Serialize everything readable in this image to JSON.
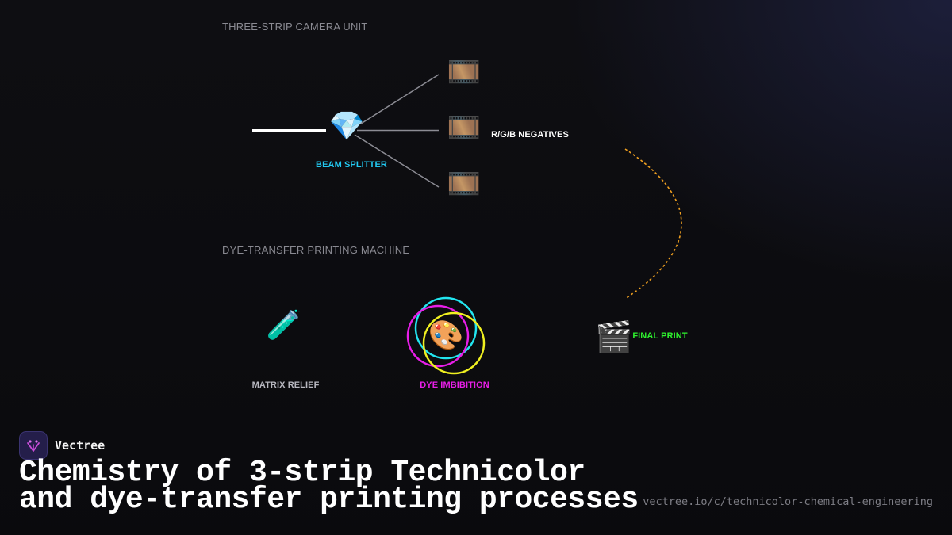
{
  "sections": {
    "camera": "THREE-STRIP CAMERA UNIT",
    "printing": "DYE-TRANSFER PRINTING MACHINE"
  },
  "nodes": {
    "beam_splitter": {
      "label": "BEAM SPLITTER",
      "icon": "gem-icon",
      "glyph": "💎",
      "color": "#22c8f0"
    },
    "negatives": {
      "label": "R/G/B NEGATIVES",
      "icon": "film-frames-icon",
      "glyph": "🎞️",
      "color": "#ffffff"
    },
    "matrix_relief": {
      "label": "MATRIX RELIEF",
      "icon": "test-tube-icon",
      "glyph": "🧪",
      "color": "#b8b8c0"
    },
    "dye_imbibition": {
      "label": "DYE IMBIBITION",
      "icon": "palette-icon",
      "glyph": "🎨",
      "color": "#e81ee8"
    },
    "final_print": {
      "label": "FINAL PRINT",
      "icon": "clapper-board-icon",
      "glyph": "🎬",
      "color": "#2ef02e"
    }
  },
  "colors": {
    "light_beam": "#ffffff",
    "split_rays": "#8c8c94",
    "transfer_arc": "#f0a020",
    "dye_ring_magenta": "#e81ee8",
    "dye_ring_cyan": "#22e6f0",
    "dye_ring_yellow": "#f0f020"
  },
  "brand": {
    "name": "Vectree",
    "icon": "vectree-logo-icon"
  },
  "title": {
    "line1": "Chemistry of 3-strip Technicolor",
    "line2": "and dye-transfer printing processes"
  },
  "url": "vectree.io/c/technicolor-chemical-engineering"
}
